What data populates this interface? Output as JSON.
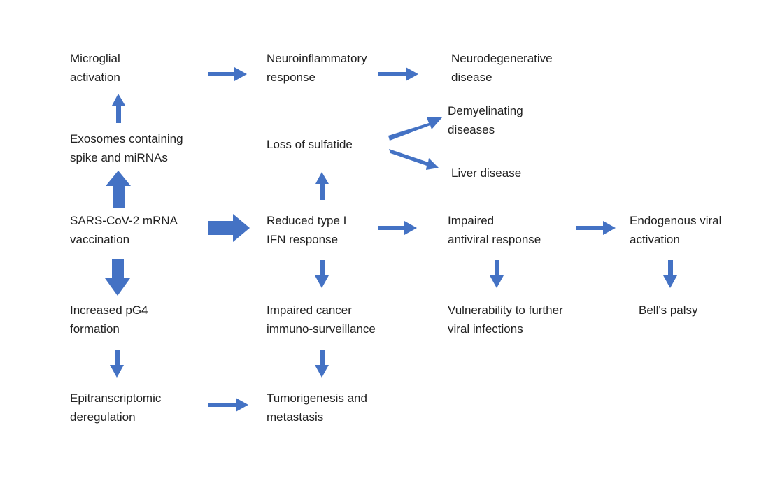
{
  "arrow_color": "#4472c4",
  "nodes": {
    "microglial": "Microglial\nactivation",
    "neuroinflam": "Neuroinflammatory\nresponse",
    "neurodegen": "Neurodegenerative\ndisease",
    "exosomes": "Exosomes containing\nspike and miRNAs",
    "sulfatide": "Loss of sulfatide",
    "demyelinating": "Demyelinating\ndiseases",
    "liver": "Liver disease",
    "vaccination": "SARS-CoV-2 mRNA\nvaccination",
    "ifn": "Reduced type I\nIFN response",
    "antiviral": "Impaired\nantiviral response",
    "endogenous": "Endogenous viral\nactivation",
    "pg4": "Increased pG4\nformation",
    "cancer": "Impaired cancer\nimmuno-surveillance",
    "vulnerability": "Vulnerability to further\nviral infections",
    "bells": "Bell's palsy",
    "epitranscriptomic": "Epitranscriptomic\nderegulation",
    "tumorigenesis": "Tumorigenesis and\nmetastasis"
  }
}
